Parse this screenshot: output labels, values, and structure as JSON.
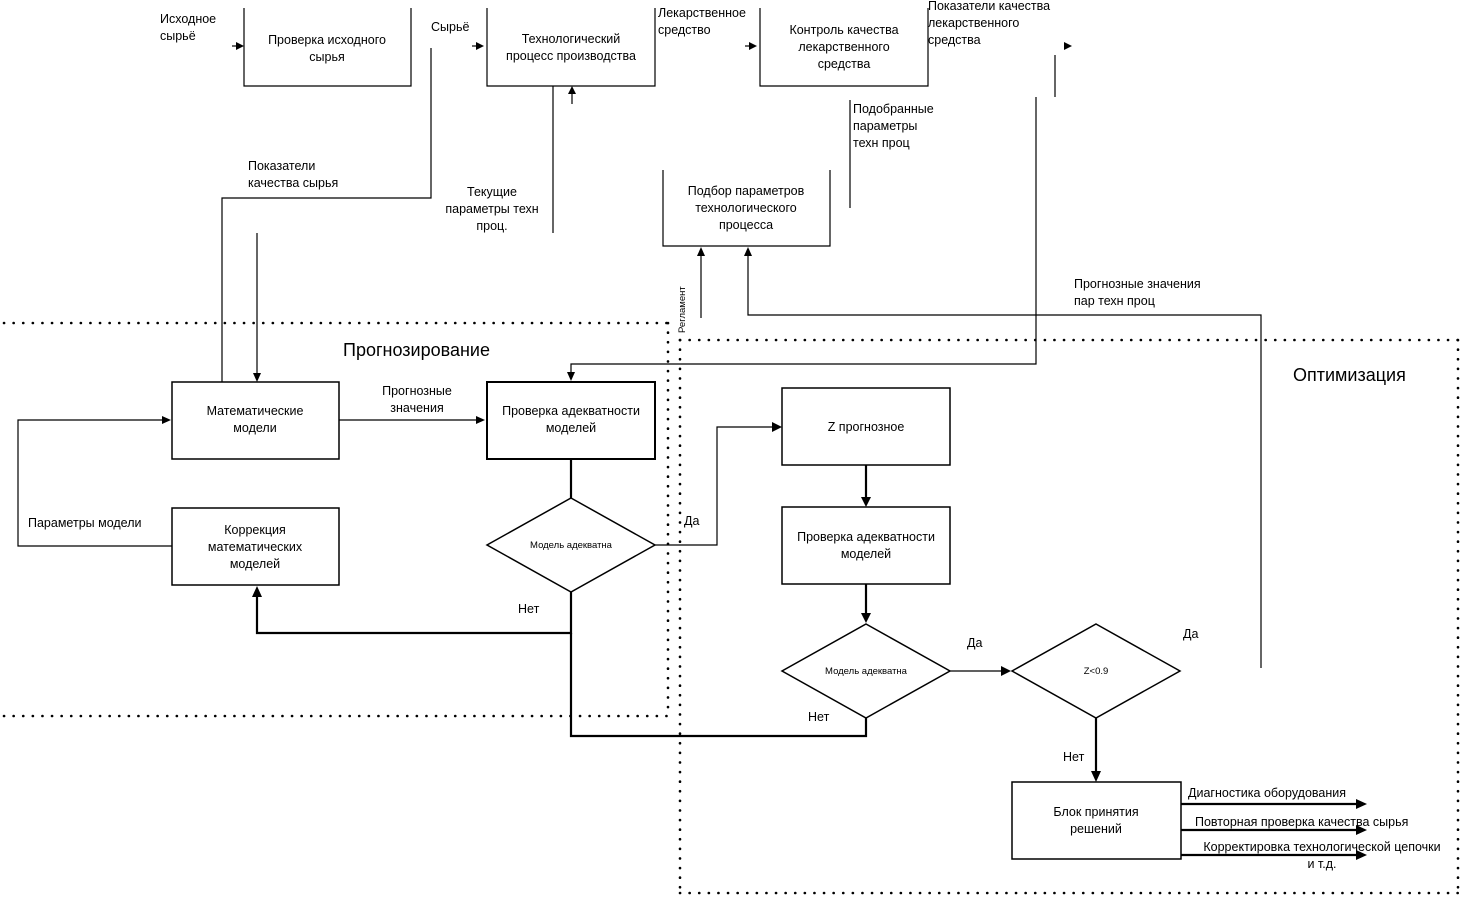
{
  "regions": {
    "forecasting": "Прогнозирование",
    "optimization": "Оптимизация"
  },
  "blocks": {
    "raw_check": [
      "Проверка исходного",
      "сырья"
    ],
    "tech_process": [
      "Технологический",
      "процесс производства"
    ],
    "quality_control": [
      "Контроль качества",
      "лекарственного",
      "средства"
    ],
    "param_select": [
      "Подбор параметров",
      "технологического",
      "процесса"
    ],
    "math_models": [
      "Математические",
      "модели"
    ],
    "model_check_1": [
      "Проверка адекватности",
      "моделей"
    ],
    "model_correction": [
      "Коррекция",
      "математических",
      "моделей"
    ],
    "z_forecast": [
      "Z прогнозное"
    ],
    "model_check_2": [
      "Проверка адекватности",
      "моделей"
    ],
    "decision_block": [
      "Блок принятия",
      "решений"
    ]
  },
  "decisions": {
    "model_adequate_1": "Модель адекватна",
    "model_adequate_2": "Модель адекватна",
    "z_condition": "Z<0.9"
  },
  "labels": {
    "raw_input": [
      "Исходное",
      "сырьё"
    ],
    "raw": [
      "Сырьё"
    ],
    "drug": [
      "Лекарственное",
      "средство"
    ],
    "drug_quality": [
      "Показатели качества",
      "лекарственного",
      "средства"
    ],
    "selected_params": [
      "Подобранные",
      "параметры",
      "техн  проц"
    ],
    "raw_quality": [
      "Показатели",
      "качества сырья"
    ],
    "current_params": [
      "Текущие",
      "параметры техн",
      "проц."
    ],
    "regulation": "Регламент",
    "forecast_params": [
      "Прогнозные значения",
      "пар  техн  проц"
    ],
    "forecast_values": [
      "Прогнозные",
      "значения"
    ],
    "model_params": [
      "Параметры модели"
    ],
    "yes_1": "Да",
    "no_1": "Нет",
    "yes_2": "Да",
    "no_2": "Нет",
    "yes_3": "Да",
    "no_3": "Нет"
  },
  "outputs": {
    "diagnostics": [
      "Диагностика оборудования"
    ],
    "recheck_raw": [
      "Повторная проверка качества сырья"
    ],
    "chain_correction": [
      "Корректировка технологической цепочки",
      "и т.д."
    ]
  }
}
